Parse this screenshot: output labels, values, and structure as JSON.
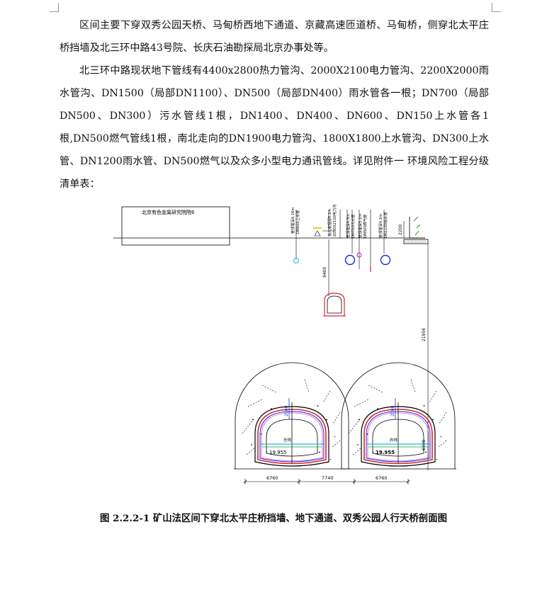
{
  "document": {
    "paragraphs": [
      "区间主要下穿双秀公园天桥、马甸桥西地下通道、京藏高速匝道桥、马甸桥，侧穿北太平庄桥挡墙及北三环中路43号院、长庆石油勘探局北京办事处等。",
      "北三环中路现状地下管线有4400x2800热力管沟、2000X2100电力管沟、2200X2000雨水管沟、DN1500（局部DN1100）、DN500（局部DN400）雨水管各一根；DN700（局部DN500、DN300）污水管线1根，DN1400、DN400、DN600、DN150上水管各1根,DN500燃气管线1根，南北走向的DN1900电力管沟、1800X1800上水管沟、DN300上水管、DN1200雨水管、DN500燃气以及众多小型电力通讯管线。详见附件一  环境风险工程分级清单表："
    ],
    "caption": "图 2.2.2-1   矿山法区间下穿北太平庄桥挡墙、地下通道、双秀公园人行天桥剖面图"
  },
  "figure": {
    "building_label": "北京有色金属研究院院6",
    "pipe_labels": [
      "管顶埋深4.16m",
      "DN600上水管",
      "管内底埋深5.1m",
      "2000X2100电力沟",
      "管顶埋深4.5m",
      "DN700污水管",
      "管顶埋深3.1m",
      "DN500燃气管",
      "管顶埋深4.2m",
      "DN1100雨水管"
    ],
    "dimensions": {
      "pipe_depth": "9400",
      "depth_to_tunnel": "21956",
      "tunnel_height": "6900",
      "wall_height": "2200",
      "crown_thickness": "2000",
      "tunnel_width_left": "6760",
      "tunnel_spacing": "7740",
      "tunnel_width_right": "6760"
    },
    "tunnel_labels": {
      "elevation_left": "19.955",
      "elevation_right": "19.955",
      "axis_left": "左线",
      "axis_right": "右线"
    },
    "colors": {
      "line": "#000000",
      "pipe_blue": "#1a2fd6",
      "lining_red": "#e0252f",
      "cyan": "#22b8d8",
      "magenta": "#c81ec8",
      "green": "#19a23a",
      "yellow": "#e8d020"
    }
  }
}
